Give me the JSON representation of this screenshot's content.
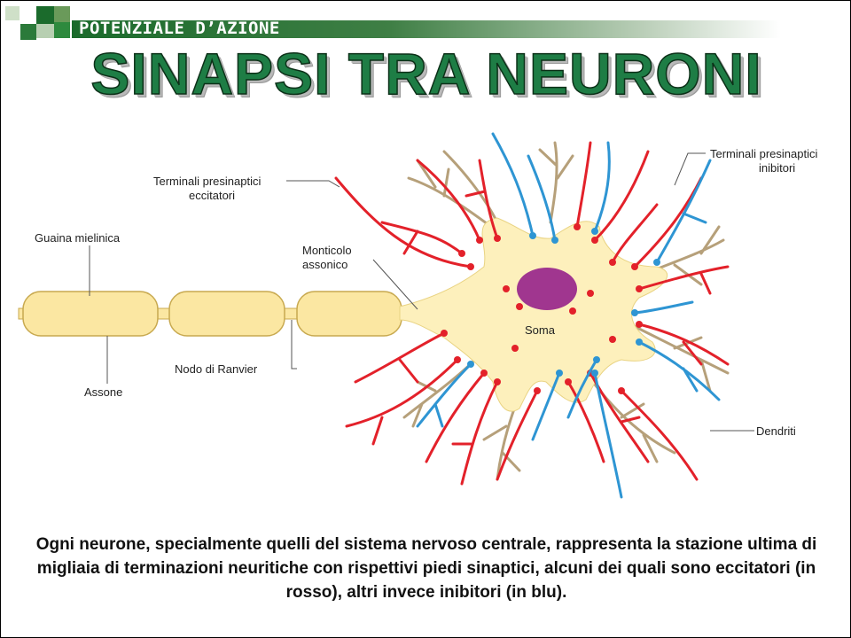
{
  "header": {
    "section_label": "POTENZIALE D’AZIONE"
  },
  "title": "SINAPSI TRA NEURONI",
  "diagram": {
    "labels": {
      "terminali_eccitatori_1": "Terminali presinaptici",
      "terminali_eccitatori_2": "eccitatori",
      "terminali_inibitori_1": "Terminali presinaptici",
      "terminali_inibitori_2": "inibitori",
      "guaina": "Guaina mielinica",
      "monticolo_1": "Monticolo",
      "monticolo_2": "assonico",
      "soma": "Soma",
      "nodo": "Nodo di Ranvier",
      "assone": "Assone",
      "dendriti": "Dendriti"
    },
    "colors": {
      "excitatory": "#e3212a",
      "inhibitory": "#2e95d3",
      "dendrite": "#b6a07a",
      "myelin": "#fbe7a2",
      "soma": "#fdf0bc",
      "nucleus": "#a0368f"
    }
  },
  "caption": "Ogni neurone, specialmente quelli del sistema nervoso centrale, rappresenta la stazione ultima di migliaia di terminazioni neuritiche con rispettivi piedi sinaptici, alcuni dei quali sono eccitatori (in rosso), altri invece inibitori (in blu)."
}
